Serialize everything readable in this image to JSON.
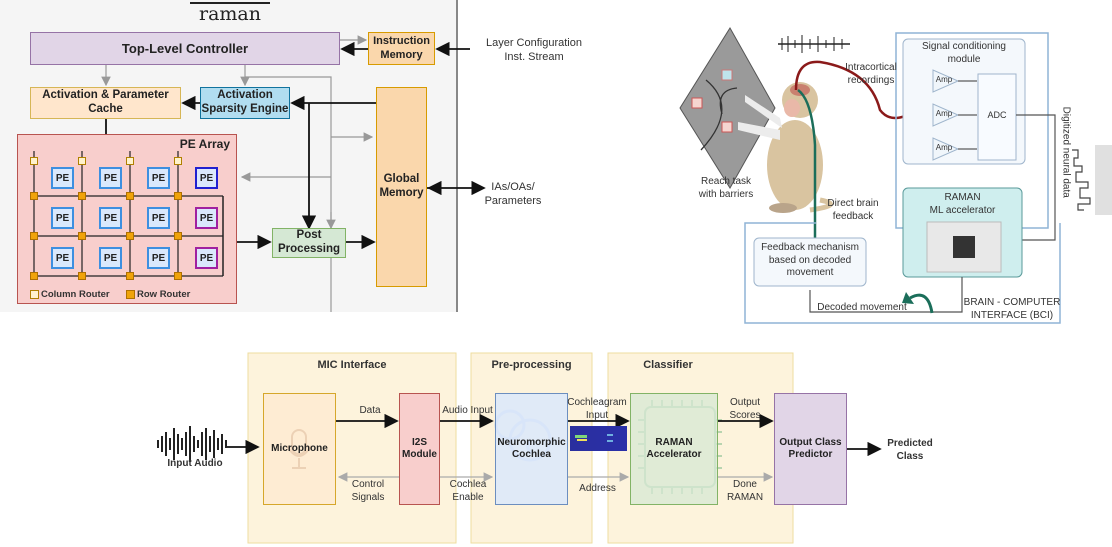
{
  "raman_arch": {
    "logo": "raman",
    "top_controller": "Top-Level Controller",
    "instruction_memory": "Instruction\nMemory",
    "layer_config": "Layer Configuration\nInst. Stream",
    "act_param_cache": "Activation & Parameter\nCache",
    "sparsity_engine": "Activation\nSparsity Engine",
    "pe_array_title": "PE Array",
    "pe_label": "PE",
    "global_memory": "Global\nMemory",
    "ias_oas": "IAs/OAs/\nParameters",
    "post_processing": "Post\nProcessing",
    "legend_column_router": "Column Router",
    "legend_row_router": "Row Router",
    "colors": {
      "controller": "#e1d5e7",
      "memory": "#fad7ac",
      "cache": "#ffe6cc",
      "sparsity": "#b1ddf0",
      "pe_array": "#f8cecc",
      "post": "#d5e8d4"
    }
  },
  "bci": {
    "reach_task": "Reach task\nwith barriers",
    "intracortical": "Intracortical\nrecordings",
    "signal_module": "Signal conditioning\nmodule",
    "amp": "Amp",
    "adc": "ADC",
    "digitized": "Digitized neural data",
    "raman_accel": "RAMAN\nML accelerator",
    "direct_feedback": "Direct brain\nfeedback",
    "feedback_mechanism": "Feedback mechanism\nbased on decoded\nmovement",
    "decoded_movement": "Decoded movement",
    "bci_label": "BRAIN - COMPUTER\nINTERFACE (BCI)"
  },
  "audio_pipeline": {
    "input_audio": "Input Audio",
    "mic_interface": "MIC Interface",
    "microphone": "Microphone",
    "data": "Data",
    "i2s": "I2S\nModule",
    "control_signals": "Control\nSignals",
    "audio_input": "Audio Input",
    "cochlea_enable": "Cochlea\nEnable",
    "preprocessing": "Pre-processing",
    "neuromorphic_cochlea": "Neuromorphic\nCochlea",
    "cochleagram_input": "Cochleagram\nInput",
    "address": "Address",
    "classifier": "Classifier",
    "raman_accelerator": "RAMAN\nAccelerator",
    "output_scores": "Output\nScores",
    "done_raman": "Done\nRAMAN",
    "output_class_predictor": "Output Class\nPredictor",
    "predicted_class": "Predicted\nClass"
  }
}
